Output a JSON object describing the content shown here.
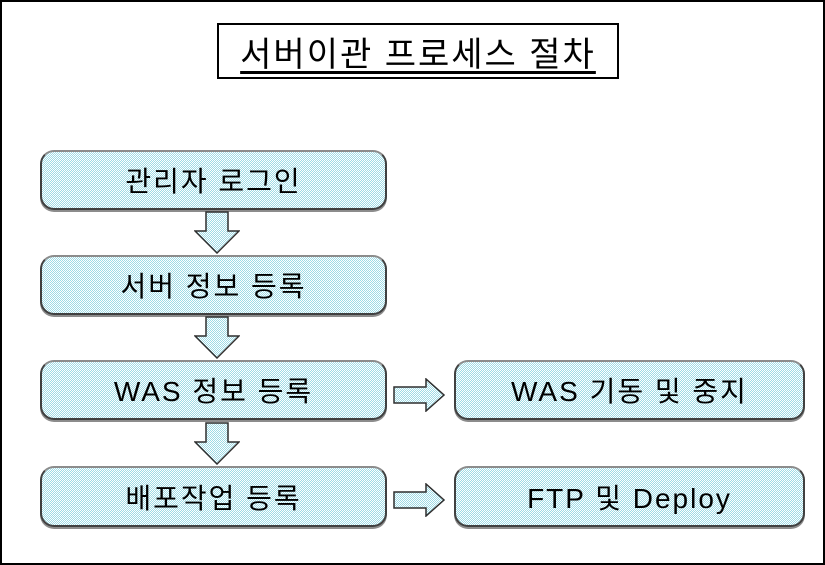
{
  "title": "서버이관 프로세스 절차",
  "nodes": {
    "admin_login": "관리자 로그인",
    "server_info": "서버 정보 등록",
    "was_info": "WAS 정보 등록",
    "deploy_job": "배포작업 등록",
    "was_start_stop": "WAS 기동 및 중지",
    "ftp_deploy": "FTP 및 Deploy"
  },
  "flow": {
    "main_sequence": [
      "관리자 로그인",
      "서버 정보 등록",
      "WAS 정보 등록",
      "배포작업 등록"
    ],
    "branches": [
      {
        "from": "WAS 정보 등록",
        "to": "WAS 기동 및 중지"
      },
      {
        "from": "배포작업 등록",
        "to": "FTP 및 Deploy"
      }
    ]
  },
  "colors": {
    "node_fill_dither": "#9edbe6",
    "node_fill_base": "#ffffff",
    "node_border": "#404040",
    "node_shadow": "#8c8c8c",
    "outline": "#000000",
    "text": "#000000",
    "background": "#ffffff"
  }
}
